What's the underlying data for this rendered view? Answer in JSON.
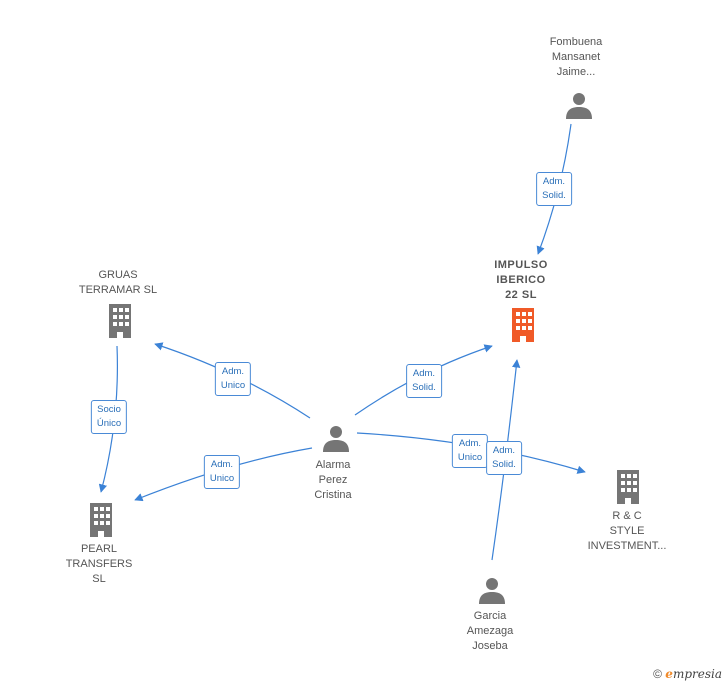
{
  "colors": {
    "edge": "#3b82d6",
    "person_icon": "#757575",
    "company_icon": "#757575",
    "highlight_company": "#f05a28",
    "edge_label_text": "#2a6fb8"
  },
  "nodes": [
    {
      "id": "fombuena",
      "kind": "person",
      "icon": "person-icon",
      "label": "Fombuena\nMansanet\nJaime..."
    },
    {
      "id": "impulso",
      "kind": "company",
      "icon": "building-icon",
      "highlight": true,
      "label": "IMPULSO\nIBERICO\n22  SL"
    },
    {
      "id": "gruas",
      "kind": "company",
      "icon": "building-icon",
      "label": "GRUAS\nTERRAMAR  SL"
    },
    {
      "id": "alarma",
      "kind": "person",
      "icon": "person-icon",
      "label": "Alarma\nPerez\nCristina"
    },
    {
      "id": "pearl",
      "kind": "company",
      "icon": "building-icon",
      "label": "PEARL\nTRANSFERS\nSL"
    },
    {
      "id": "rc",
      "kind": "company",
      "icon": "building-icon",
      "label": "R & C\nSTYLE\nINVESTMENT..."
    },
    {
      "id": "garcia",
      "kind": "person",
      "icon": "person-icon",
      "label": "Garcia\nAmezaga\nJoseba"
    }
  ],
  "edges": [
    {
      "from": "fombuena",
      "to": "impulso",
      "label": "Adm.\nSolid."
    },
    {
      "from": "alarma",
      "to": "gruas",
      "label": "Adm.\nUnico"
    },
    {
      "from": "gruas",
      "to": "pearl",
      "label": "Socio\nÚnico"
    },
    {
      "from": "alarma",
      "to": "pearl",
      "label": "Adm.\nUnico"
    },
    {
      "from": "alarma",
      "to": "impulso",
      "label": "Adm.\nSolid."
    },
    {
      "from": "alarma",
      "to": "rc",
      "label": "Adm.\nUnico"
    },
    {
      "from": "garcia",
      "to": "impulso",
      "label": "Adm.\nSolid."
    }
  ],
  "watermark": {
    "symbol": "©",
    "brand_initial": "e",
    "brand_rest": "mpresia"
  }
}
